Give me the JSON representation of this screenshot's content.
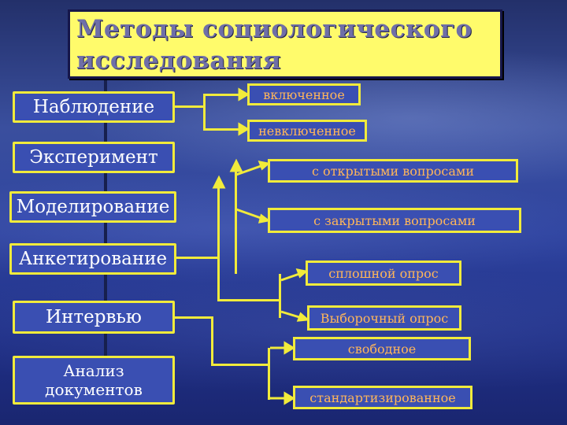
{
  "title": "Методы социологического исследования",
  "methods": [
    "Наблюдение",
    "Эксперимент",
    "Моделирование",
    "Анкетирование",
    "Интервью",
    "Анализ документов"
  ],
  "subtypes": {
    "observation": [
      "включенное",
      "невключенное"
    ],
    "questionnaire": [
      "с открытыми вопросами",
      "с закрытыми вопросами",
      "сплошной опрос",
      "Выборочный опрос"
    ],
    "interview": [
      "свободное",
      "стандартизированное"
    ]
  },
  "colors": {
    "accent_yellow": "#f1eb3b",
    "title_bg": "#fffb6b",
    "box_fill": "#3a4fb2",
    "subtype_text": "#ffb65a"
  }
}
